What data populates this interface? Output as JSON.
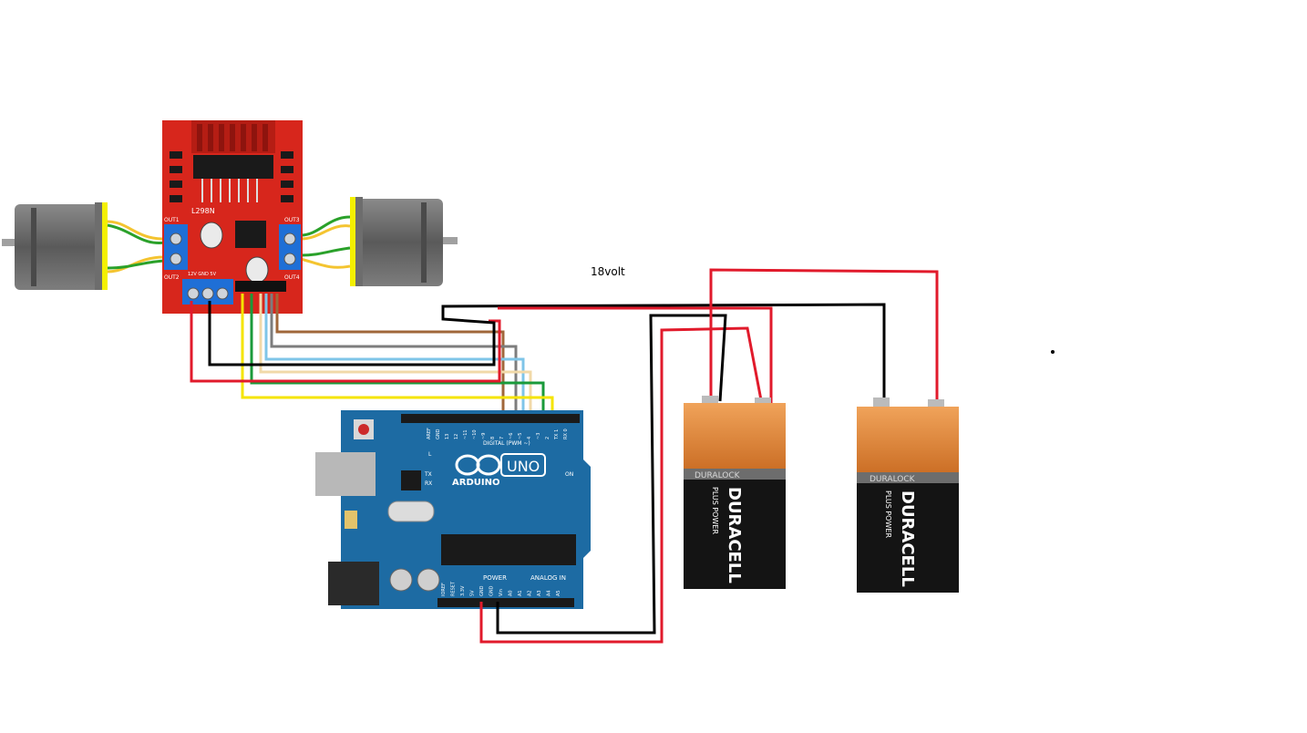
{
  "caption": "18volt",
  "driver": {
    "chip_label": "L298N",
    "out1": "OUT1",
    "out2": "OUT2",
    "out3": "OUT3",
    "out4": "OUT4",
    "power_terminals": "12V GND 5V"
  },
  "arduino": {
    "brand": "ARDUINO",
    "model": "UNO",
    "digital_header": "DIGITAL (PWM ~)",
    "power_header": "POWER",
    "analog_header": "ANALOG IN",
    "pin_l": "L",
    "pin_tx": "TX",
    "pin_rx": "RX",
    "pin_on": "ON",
    "top_pins": [
      "AREF",
      "GND",
      "13",
      "12",
      "~11",
      "~10",
      "~9",
      "8",
      "7",
      "~6",
      "~5",
      "4",
      "~3",
      "2",
      "TX 1",
      "RX 0"
    ],
    "bottom_pins": [
      "IOREF",
      "RESET",
      "3.3V",
      "5V",
      "GND",
      "GND",
      "Vin",
      "A0",
      "A1",
      "A2",
      "A3",
      "A4",
      "A5"
    ]
  },
  "batteries": [
    {
      "brand": "DURACELL",
      "sub": "PLUS POWER",
      "band": "DURALOCK"
    },
    {
      "brand": "DURACELL",
      "sub": "PLUS POWER",
      "band": "DURALOCK"
    }
  ],
  "colors": {
    "board_red": "#d7261c",
    "arduino_blue": "#1d6ba3",
    "battery_copper": "#d9823a",
    "wire_red": "#e11a2b",
    "wire_black": "#000000"
  }
}
